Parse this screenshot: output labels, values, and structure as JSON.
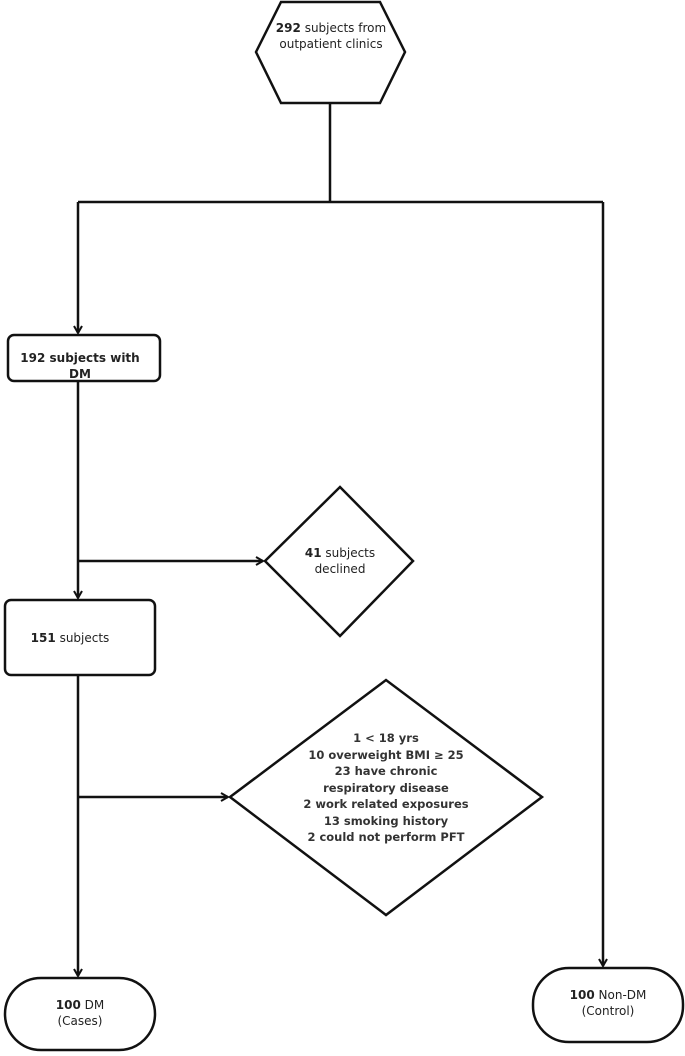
{
  "nodes": {
    "start": {
      "num": "292",
      "text": "subjects from outpatient clinics"
    },
    "dm": {
      "num": "192",
      "text": "subjects with DM"
    },
    "declined": {
      "num": "41",
      "text": "subjects declined"
    },
    "remaining": {
      "num": "151",
      "text": "subjects"
    },
    "exclusions": {
      "lines": [
        "1 < 18 yrs",
        "10 overweight BMI ≥ 25",
        "23 have chronic",
        "respiratory disease",
        "2 work related exposures",
        "13 smoking history",
        "2 could not perform PFT"
      ]
    },
    "cases": {
      "num": "100",
      "text": "DM",
      "sub": "(Cases)"
    },
    "control": {
      "num": "100",
      "text": "Non-DM",
      "sub": "(Control)"
    }
  },
  "colors": {
    "stroke": "#111111",
    "fill": "#ffffff"
  }
}
